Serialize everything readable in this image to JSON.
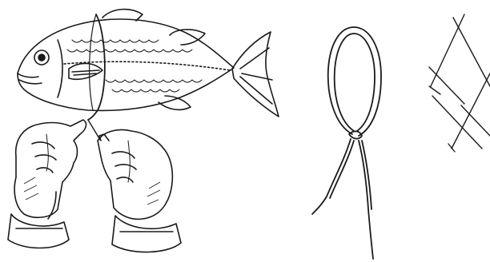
{
  "figure": {
    "panels": [
      {
        "id": "fish",
        "description_icon": "fish-measuring-icon"
      },
      {
        "id": "loop",
        "description_icon": "string-loop-icon"
      },
      {
        "id": "mesh",
        "description_icon": "net-mesh-icon"
      }
    ],
    "colors": {
      "ink": "#1a1a1a",
      "background": "#ffffff"
    }
  }
}
